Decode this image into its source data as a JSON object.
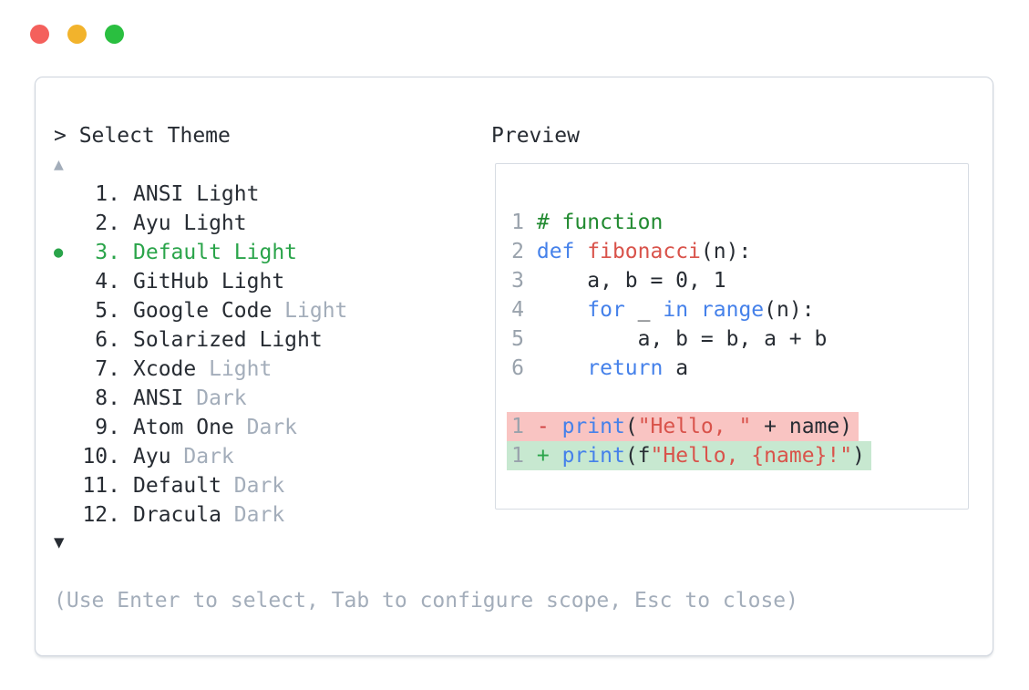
{
  "colors": {
    "text_primary": "#272c33",
    "text_muted": "#a3adba",
    "line_number": "#99a2ac",
    "selected_green": "#2aa44a",
    "comment_green": "#218a30",
    "keyword_blue": "#4581ea",
    "string_red": "#d9534b",
    "diff_removed_bg": "#f9c4c2",
    "diff_added_bg": "#c7e8d0",
    "diff_minus": "#cf3e3e",
    "diff_plus": "#2aa44a",
    "panel_border": "#cdd3dc",
    "preview_border": "#d7dce3",
    "traffic_red": "#f4605c",
    "traffic_yellow": "#f2b32c",
    "traffic_green": "#2abf40"
  },
  "window": {
    "controls": [
      {
        "name": "close",
        "color_key": "traffic_red"
      },
      {
        "name": "minimize",
        "color_key": "traffic_yellow"
      },
      {
        "name": "maximize",
        "color_key": "traffic_green"
      }
    ]
  },
  "theme_picker": {
    "prompt": "> Select Theme",
    "scroll_up_indicator": "▲",
    "scroll_down_indicator": "▼",
    "selected_bullet": "●",
    "items": [
      {
        "number": "1.",
        "selected": false,
        "segments": [
          {
            "text": "ANSI Light",
            "muted": false
          }
        ]
      },
      {
        "number": "2.",
        "selected": false,
        "segments": [
          {
            "text": "Ayu Light",
            "muted": false
          }
        ]
      },
      {
        "number": "3.",
        "selected": true,
        "segments": [
          {
            "text": "Default Light",
            "muted": false
          }
        ]
      },
      {
        "number": "4.",
        "selected": false,
        "segments": [
          {
            "text": "GitHub Light",
            "muted": false
          }
        ]
      },
      {
        "number": "5.",
        "selected": false,
        "segments": [
          {
            "text": "Google Code ",
            "muted": false
          },
          {
            "text": "Light",
            "muted": true
          }
        ]
      },
      {
        "number": "6.",
        "selected": false,
        "segments": [
          {
            "text": "Solarized Light",
            "muted": false
          }
        ]
      },
      {
        "number": "7.",
        "selected": false,
        "segments": [
          {
            "text": "Xcode ",
            "muted": false
          },
          {
            "text": "Light",
            "muted": true
          }
        ]
      },
      {
        "number": "8.",
        "selected": false,
        "segments": [
          {
            "text": "ANSI ",
            "muted": false
          },
          {
            "text": "Dark",
            "muted": true
          }
        ]
      },
      {
        "number": "9.",
        "selected": false,
        "segments": [
          {
            "text": "Atom One ",
            "muted": false
          },
          {
            "text": "Dark",
            "muted": true
          }
        ]
      },
      {
        "number": "10.",
        "selected": false,
        "segments": [
          {
            "text": "Ayu ",
            "muted": false
          },
          {
            "text": "Dark",
            "muted": true
          }
        ]
      },
      {
        "number": "11.",
        "selected": false,
        "segments": [
          {
            "text": "Default ",
            "muted": false
          },
          {
            "text": "Dark",
            "muted": true
          }
        ]
      },
      {
        "number": "12.",
        "selected": false,
        "segments": [
          {
            "text": "Dracula ",
            "muted": false
          },
          {
            "text": "Dark",
            "muted": true
          }
        ]
      }
    ],
    "footer": "(Use Enter to select, Tab to configure scope, Esc to close)"
  },
  "preview": {
    "label": "Preview",
    "code_lines": [
      {
        "line_number": "1",
        "tokens": [
          {
            "text": "# function",
            "type": "comment"
          }
        ]
      },
      {
        "line_number": "2",
        "tokens": [
          {
            "text": "def",
            "type": "keyword"
          },
          {
            "text": " ",
            "type": "plain"
          },
          {
            "text": "fibonacci",
            "type": "function"
          },
          {
            "text": "(n):",
            "type": "plain"
          }
        ]
      },
      {
        "line_number": "3",
        "tokens": [
          {
            "text": "    a, b = 0, 1",
            "type": "plain"
          }
        ]
      },
      {
        "line_number": "4",
        "tokens": [
          {
            "text": "    ",
            "type": "plain"
          },
          {
            "text": "for",
            "type": "keyword"
          },
          {
            "text": " _ ",
            "type": "plain"
          },
          {
            "text": "in",
            "type": "keyword"
          },
          {
            "text": " ",
            "type": "plain"
          },
          {
            "text": "range",
            "type": "keyword"
          },
          {
            "text": "(n):",
            "type": "plain"
          }
        ]
      },
      {
        "line_number": "5",
        "tokens": [
          {
            "text": "        a, b = b, a + b",
            "type": "plain"
          }
        ]
      },
      {
        "line_number": "6",
        "tokens": [
          {
            "text": "    ",
            "type": "plain"
          },
          {
            "text": "return",
            "type": "keyword"
          },
          {
            "text": " a",
            "type": "plain"
          }
        ]
      }
    ],
    "diff_lines": [
      {
        "line_number": "1",
        "kind": "removed",
        "sign": "-",
        "tokens": [
          {
            "text": "print",
            "type": "keyword"
          },
          {
            "text": "(",
            "type": "plain"
          },
          {
            "text": "\"Hello, \"",
            "type": "string"
          },
          {
            "text": " + name)",
            "type": "plain"
          }
        ]
      },
      {
        "line_number": "1",
        "kind": "added",
        "sign": "+",
        "tokens": [
          {
            "text": "print",
            "type": "keyword"
          },
          {
            "text": "(f",
            "type": "plain"
          },
          {
            "text": "\"Hello, {name}!\"",
            "type": "string"
          },
          {
            "text": ")",
            "type": "plain"
          }
        ]
      }
    ]
  }
}
